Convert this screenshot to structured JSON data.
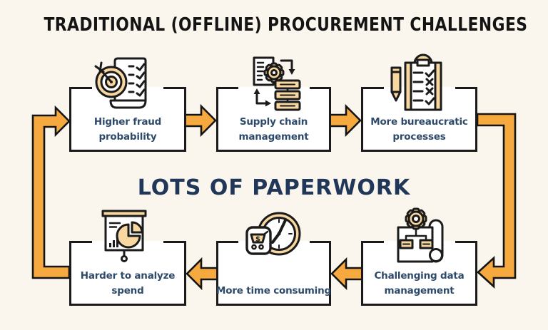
{
  "title": "TRADITIONAL (OFFLINE) PROCUREMENT CHALLENGES",
  "center_headline": "LOTS OF PAPERWORK",
  "colors": {
    "background": "#FAF6EE",
    "box_fill": "#FFFFFF",
    "outline": "#1A1A1A",
    "arrow_orange": "#F6A93F",
    "icon_tan": "#F8D8A0",
    "label_navy": "#2E4A6A",
    "headline_navy": "#20375A",
    "title_color": "#141414"
  },
  "boxes": [
    {
      "id": "higher-fraud-probability",
      "icon": "target-checklist-icon",
      "line1": "Higher fraud",
      "line2": "probability"
    },
    {
      "id": "supply-chain-management",
      "icon": "supply-chain-icon",
      "line1": "Supply chain",
      "line2": "management"
    },
    {
      "id": "more-bureaucratic-processes",
      "icon": "clipboard-checklist-icon",
      "line1": "More bureaucratic",
      "line2": "processes"
    },
    {
      "id": "harder-to-analyze-spend",
      "icon": "presentation-pie-chart-icon",
      "line1": "Harder to analyze",
      "line2": "spend"
    },
    {
      "id": "more-time-consuming",
      "icon": "clock-shopping-icon",
      "line1": "More time consuming",
      "line2": ""
    },
    {
      "id": "challenging-data-management",
      "icon": "blueprint-gear-icon",
      "line1": "Challenging data",
      "line2": "management"
    }
  ]
}
